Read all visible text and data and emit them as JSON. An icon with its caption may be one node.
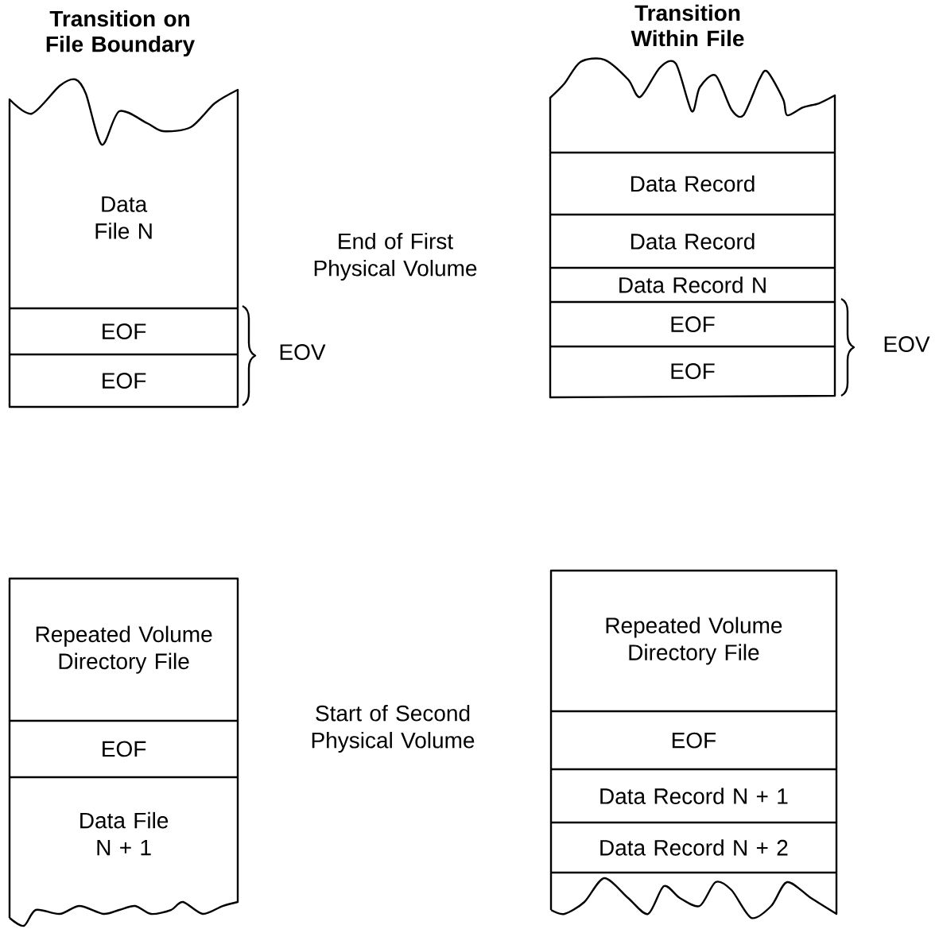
{
  "diagram": {
    "nodes": [
      {
        "text": [
          "Data File N"
        ]
      },
      {
        "text": [
          "EOF"
        ]
      },
      {
        "text": [
          "EOF"
        ]
      },
      {
        "text": [
          "Data Record"
        ]
      },
      {
        "text": [
          "Data Record"
        ]
      },
      {
        "text": [
          "Data Record N"
        ]
      },
      {
        "text": [
          "EOF"
        ]
      },
      {
        "text": [
          "EOF"
        ]
      },
      {
        "text": [
          "Repeated Volume Directory File"
        ]
      },
      {
        "text": [
          "EOF"
        ]
      },
      {
        "text": [
          "Data File N + 1"
        ]
      },
      {
        "text": [
          "Repeated Volume Directory File"
        ]
      },
      {
        "text": [
          "EOF"
        ]
      },
      {
        "text": [
          "Data Record N + 1"
        ]
      },
      {
        "text": [
          "Data Record N + 2"
        ]
      }
    ],
    "labels": [
      "Transition on File Boundary",
      "Transition Within File",
      "End of First Physical Volume",
      "EOV",
      "EOV",
      "Start of Second Physical Volume"
    ]
  }
}
